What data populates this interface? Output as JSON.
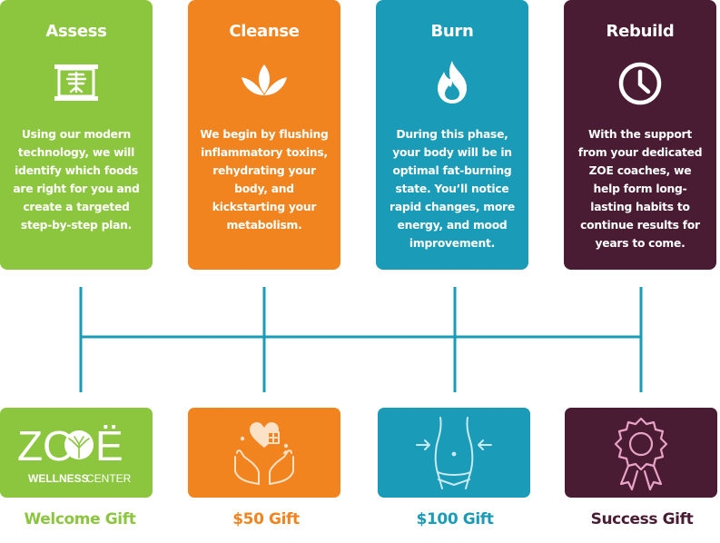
{
  "colors": {
    "green": "#8cc63f",
    "orange": "#f1841f",
    "teal": "#1a9bb7",
    "plum": "#4a1c33",
    "line": "#1a9bb7"
  },
  "stages": [
    {
      "title": "Assess",
      "icon": "chinese-scroll-icon",
      "lines": [
        "Using our modern",
        "technology, we will",
        "identify which foods",
        "are right for you and",
        "create a targeted",
        "step-by-step plan."
      ]
    },
    {
      "title": "Cleanse",
      "icon": "lotus-icon",
      "lines": [
        "We begin by flushing",
        "inflammatory toxins,",
        "rehydrating your",
        "body, and",
        "kickstarting your",
        "metabolism."
      ]
    },
    {
      "title": "Burn",
      "icon": "flame-icon",
      "lines": [
        "During this phase,",
        "your body will be in",
        "optimal fat-burning",
        "state. You’ll notice",
        "rapid changes, more",
        "energy, and mood",
        "improvement."
      ]
    },
    {
      "title": "Rebuild",
      "icon": "clock-icon",
      "lines": [
        "With the support",
        "from your dedicated",
        "ZOE coaches, we",
        "help form long-",
        "lasting habits to",
        "continue results for",
        "years to come."
      ]
    }
  ],
  "logo": {
    "letters_left": "ZO",
    "letter_right": "Ë",
    "subtitle_a": "WELLNESS",
    "subtitle_b": "CENTER"
  },
  "gifts": [
    {
      "label": "Welcome Gift",
      "icon": "zoe-logo-icon"
    },
    {
      "label": "$50 Gift",
      "icon": "heart-hands-icon"
    },
    {
      "label": "$100 Gift",
      "icon": "waist-icon"
    },
    {
      "label": "Success Gift",
      "icon": "award-badge-icon"
    }
  ]
}
